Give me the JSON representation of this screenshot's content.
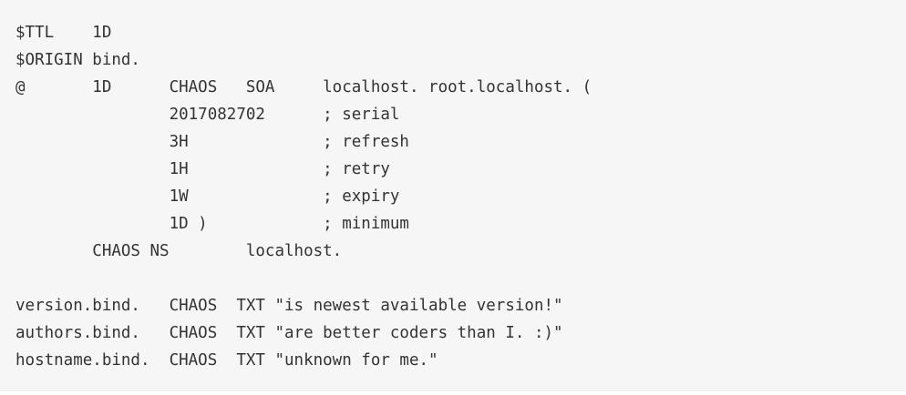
{
  "code_block": {
    "lines": [
      "$TTL    1D",
      "$ORIGIN bind.",
      "@       1D      CHAOS   SOA     localhost. root.localhost. (",
      "                2017082702      ; serial",
      "                3H              ; refresh",
      "                1H              ; retry",
      "                1W              ; expiry",
      "                1D )            ; minimum",
      "        CHAOS NS        localhost.",
      "",
      "version.bind.   CHAOS  TXT \"is newest available version!\"",
      "authors.bind.   CHAOS  TXT \"are better coders than I. :)\"",
      "hostname.bind.  CHAOS  TXT \"unknown for me.\""
    ]
  }
}
